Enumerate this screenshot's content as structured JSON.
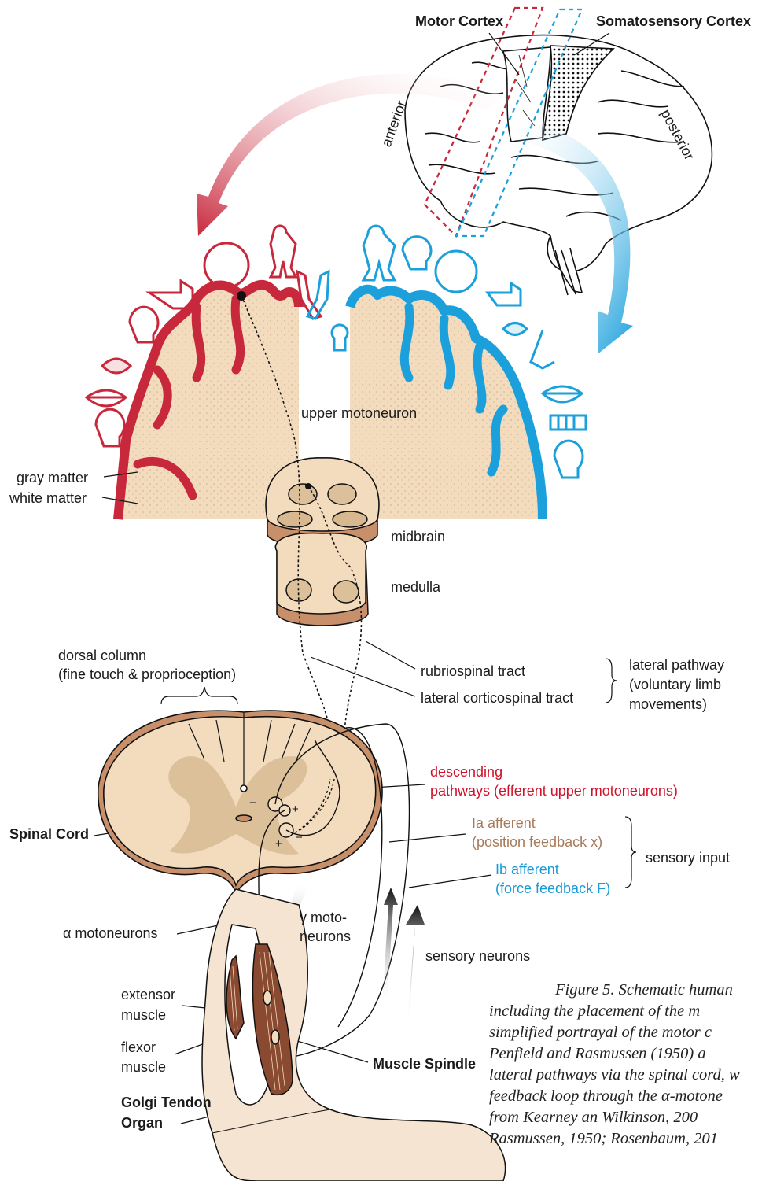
{
  "colors": {
    "motor": "#c8283c",
    "sensory": "#1ba0dc",
    "tissue": "#f3dcbe",
    "tissue_dark": "#c8906a",
    "muscle": "#8a4a32",
    "text": "#1a1a1a",
    "descending": "#d0122a",
    "ia_afferent": "#a77a5a",
    "ib_afferent": "#1a9ad6"
  },
  "brain": {
    "motor_cortex": "Motor Cortex",
    "somatosensory_cortex": "Somatosensory Cortex",
    "anterior": "anterior",
    "posterior": "posterior"
  },
  "homunculus": {
    "motor_icons": [
      "lips-icon",
      "eye-icon",
      "face-icon",
      "hand-icon",
      "trunk-icon",
      "figure-icon",
      "leg-icon",
      "tongue-head-icon"
    ],
    "sensory_icons": [
      "leg-icon",
      "figure-icon",
      "face-icon",
      "hand-icon",
      "eye-icon",
      "nose-icon",
      "lips-icon",
      "teeth-icon",
      "tongue-head-icon",
      "genitals-icon"
    ]
  },
  "labels": {
    "upper_motoneuron": "upper motoneuron",
    "gray_matter": "gray matter",
    "white_matter": "white matter",
    "midbrain": "midbrain",
    "medulla": "medulla",
    "dorsal_column": "dorsal column",
    "dorsal_column_sub": "(fine touch & proprioception)",
    "rubriospinal": "rubriospinal tract",
    "lateral_corticospinal": "lateral corticospinal tract",
    "lateral_pathway_1": "lateral pathway",
    "lateral_pathway_2": "(voluntary limb",
    "lateral_pathway_3": "movements)",
    "descending_1": "descending",
    "descending_2": "pathways (efferent upper motoneurons)",
    "spinal_cord": "Spinal Cord",
    "ia_1": "Ia afferent",
    "ia_2": "(position feedback x)",
    "ib_1": "Ib afferent",
    "ib_2": "(force feedback F)",
    "sensory_input": "sensory input",
    "alpha_motoneurons": "α motoneurons",
    "gamma_1": "γ moto-",
    "gamma_2": "neurons",
    "sensory_neurons": "sensory neurons",
    "extensor_1": "extensor",
    "extensor_2": "muscle",
    "flexor_1": "flexor",
    "flexor_2": "muscle",
    "muscle_spindle": "Muscle Spindle",
    "golgi_1": "Golgi Tendon",
    "golgi_2": "Organ",
    "minus_1": "−",
    "plus_1": "+",
    "plus_2": "+",
    "minus_2": "−"
  },
  "caption": [
    "Figure 5. Schematic human",
    "including the placement of the m",
    "simplified portrayal of the motor c",
    "Penfield and Rasmussen (1950) a",
    "lateral pathways via the spinal cord, w",
    "feedback loop through the α-motone",
    "from Kearney an Wilkinson, 200",
    "Rasmussen, 1950; Rosenbaum, 201"
  ]
}
